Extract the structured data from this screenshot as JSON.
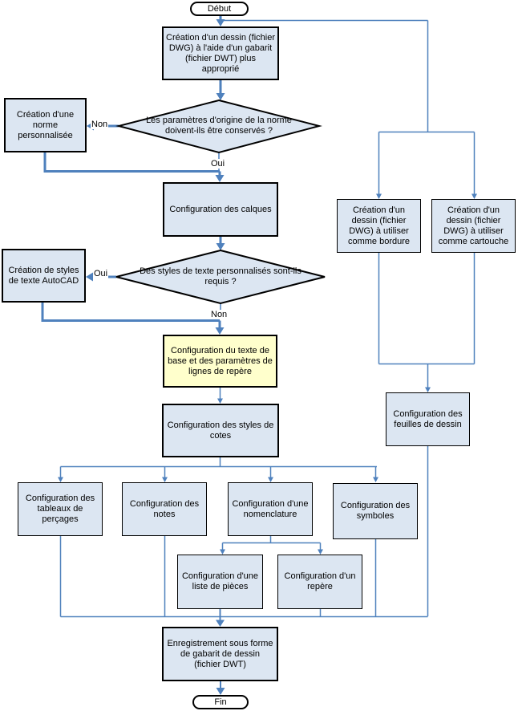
{
  "colors": {
    "connector": "#4f81bd",
    "node_fill": "#dce6f2",
    "node_border": "#000000",
    "highlight_fill": "#ffffcc",
    "terminator_fill": "#ffffff"
  },
  "nodes": {
    "start": {
      "label": "Début"
    },
    "create_dwg": {
      "label": "Création d'un dessin (fichier DWG) à l'aide d'un gabarit (fichier DWT) plus approprié"
    },
    "d1": {
      "label": "Les paramètres d'origine de la norme doivent-ils être conservés ?"
    },
    "norme": {
      "label": "Création d'une norme personnalisée"
    },
    "calques": {
      "label": "Configuration des calques"
    },
    "d2": {
      "label": "Des styles de texte personnalisés sont-ils requis ?"
    },
    "styles_texte": {
      "label": "Création de styles de texte AutoCAD"
    },
    "texte_base": {
      "label": "Configuration du texte de base et des paramètres de lignes de repère"
    },
    "cotes": {
      "label": "Configuration des styles de cotes"
    },
    "bordure": {
      "label": "Création d'un dessin (fichier DWG) à utiliser comme bordure"
    },
    "cartouche": {
      "label": "Création d'un dessin (fichier DWG) à utiliser comme cartouche"
    },
    "feuilles": {
      "label": "Configuration des feuilles de dessin"
    },
    "percages": {
      "label": "Configuration des tableaux de perçages"
    },
    "notes": {
      "label": "Configuration des notes"
    },
    "nomenclature": {
      "label": "Configuration d'une nomenclature"
    },
    "symboles": {
      "label": "Configuration des symboles"
    },
    "liste_pieces": {
      "label": "Configuration d'une liste de pièces"
    },
    "repere": {
      "label": "Configuration d'un repère"
    },
    "enregistrement": {
      "label": "Enregistrement sous forme de gabarit de dessin (fichier DWT)"
    },
    "end": {
      "label": "Fin"
    }
  },
  "edge_labels": {
    "d1_no": "Non",
    "d1_yes": "Oui",
    "d2_yes": "Oui",
    "d2_no": "Non"
  }
}
